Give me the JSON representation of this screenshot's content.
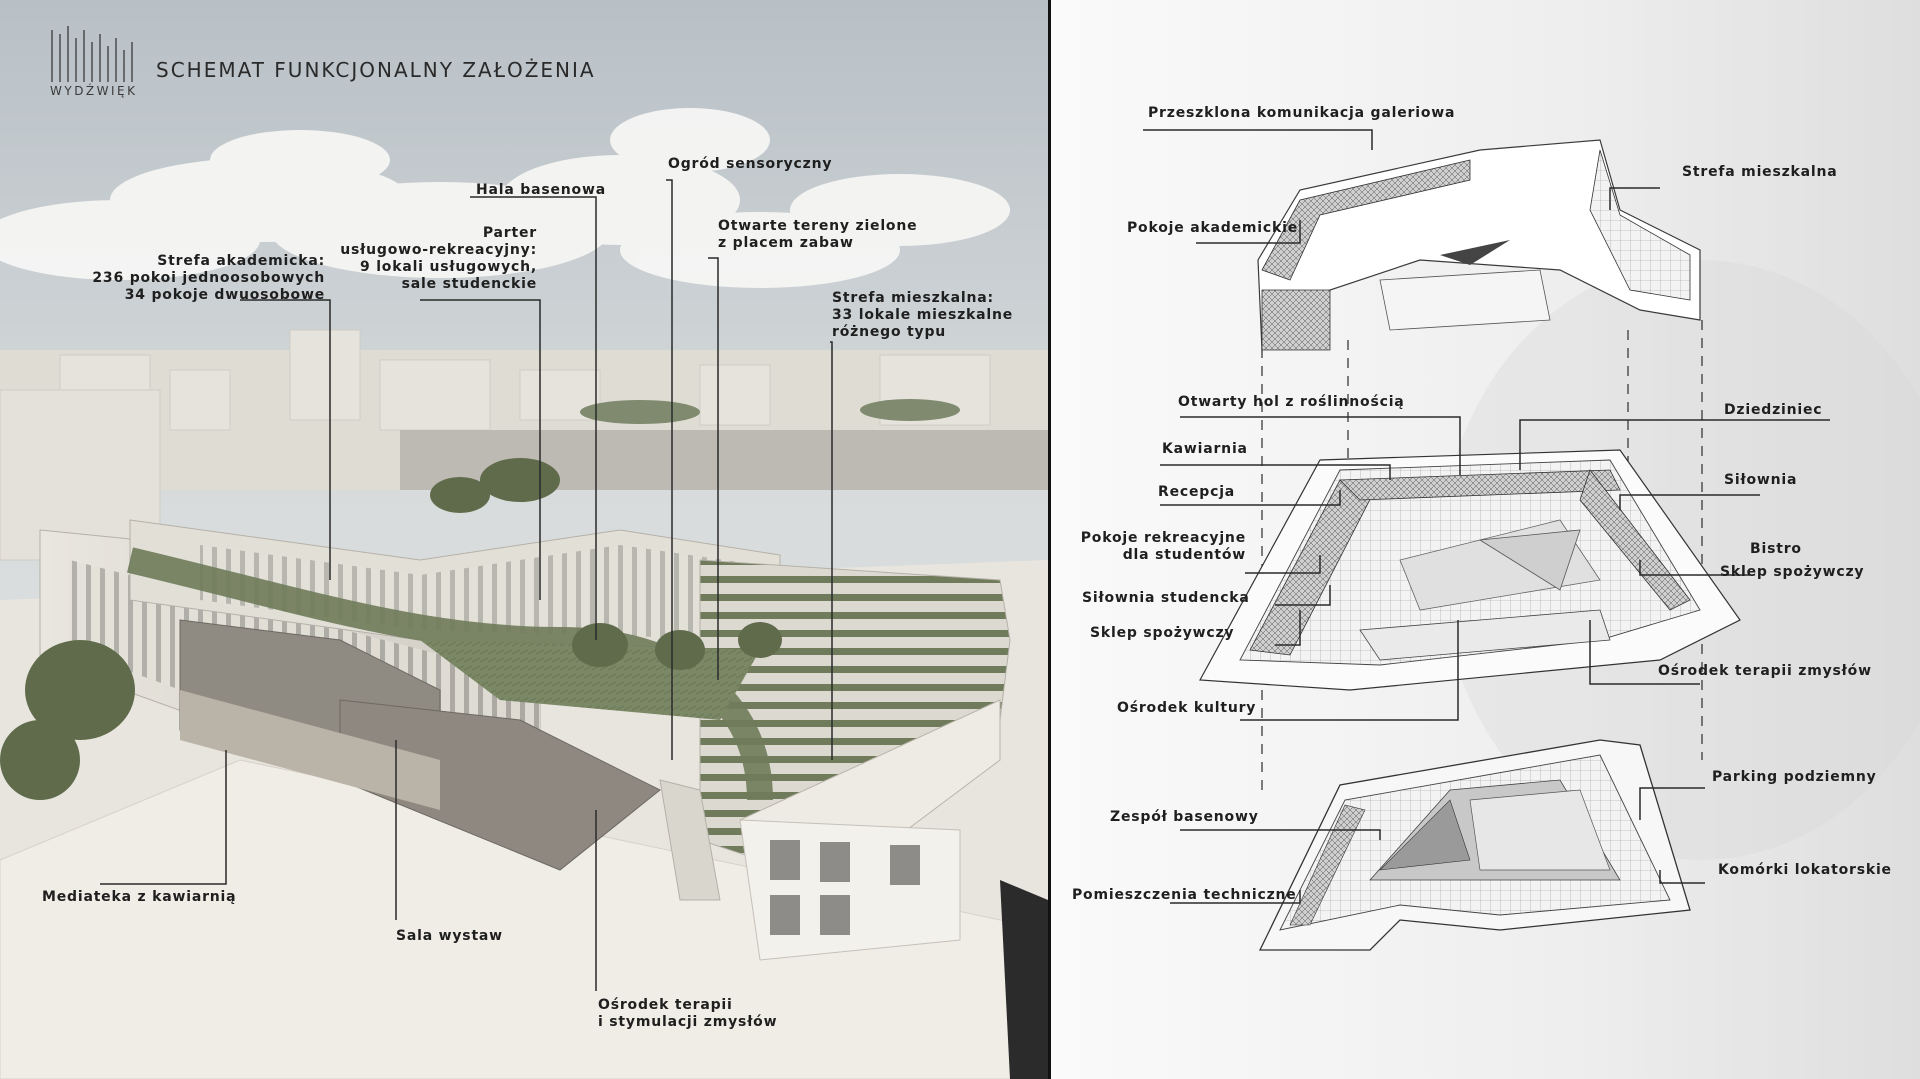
{
  "header": {
    "brand": "WYDŹWIĘK",
    "title": "SCHEMAT FUNKCJONALNY ZAŁOŻENIA"
  },
  "left_render": {
    "labels": {
      "strefa_akademicka": [
        "Strefa akademicka:",
        "236 pokoi jednoosobowych",
        "34 pokoje dwuosobowe"
      ],
      "parter": [
        "Parter",
        "usługowo-rekreacyjny:",
        "9 lokali usługowych,",
        "sale studenckie"
      ],
      "hala_basenowa": "Hala basenowa",
      "ogrod_sensoryczny": "Ogród sensoryczny",
      "otwarte_tereny": [
        "Otwarte tereny zielone",
        "z placem zabaw"
      ],
      "strefa_mieszkalna": [
        "Strefa mieszkalna:",
        "33  lokale mieszkalne",
        "różnego typu"
      ],
      "mediateka": "Mediateka z kawiarnią",
      "sala_wystaw": "Sala wystaw",
      "osrodek_terapii": [
        "Ośrodek terapii",
        "i stymulacji zmysłów"
      ]
    }
  },
  "right_diagram": {
    "top_level": {
      "galeria": "Przeszklona komunikacja galeriowa",
      "mieszkalna": "Strefa mieszkalna",
      "akademickie": "Pokoje akademickie"
    },
    "ground_level": {
      "hol": "Otwarty hol z roślinnością",
      "dziedziniec": "Dziedziniec",
      "kawiarnia": "Kawiarnia",
      "silownia": "Siłownia",
      "recepcja": "Recepcja",
      "pokoje_rekreacyjne": [
        "Pokoje rekreacyjne",
        "dla studentów"
      ],
      "bistro": "Bistro",
      "sklep_right": "Sklep spożywczy",
      "silownia_studencka": "Siłownia studencka",
      "sklep_left": "Sklep spożywczy",
      "terapia": "Ośrodek terapii zmysłów",
      "kultura": "Ośrodek kultury"
    },
    "basement_level": {
      "parking": "Parking podziemny",
      "basen": "Zespół basenowy",
      "komorki": "Komórki lokatorskie",
      "techniczne": "Pomieszczenia techniczne"
    }
  }
}
